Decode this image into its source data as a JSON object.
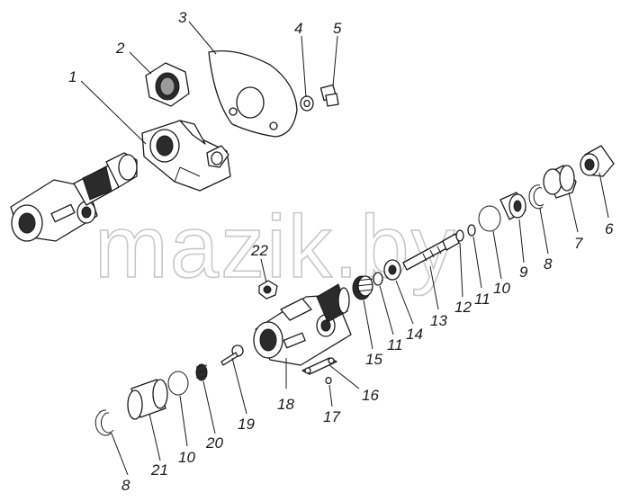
{
  "watermark": "mazik.by",
  "callouts": [
    {
      "id": "c1",
      "label": "1"
    },
    {
      "id": "c2",
      "label": "2"
    },
    {
      "id": "c3",
      "label": "3"
    },
    {
      "id": "c4",
      "label": "4"
    },
    {
      "id": "c5",
      "label": "5"
    },
    {
      "id": "c6",
      "label": "6"
    },
    {
      "id": "c7",
      "label": "7"
    },
    {
      "id": "c8a",
      "label": "8"
    },
    {
      "id": "c9",
      "label": "9"
    },
    {
      "id": "c10a",
      "label": "10"
    },
    {
      "id": "c11a",
      "label": "11"
    },
    {
      "id": "c12",
      "label": "12"
    },
    {
      "id": "c13",
      "label": "13"
    },
    {
      "id": "c14",
      "label": "14"
    },
    {
      "id": "c11b",
      "label": "11"
    },
    {
      "id": "c15",
      "label": "15"
    },
    {
      "id": "c16",
      "label": "16"
    },
    {
      "id": "c17",
      "label": "17"
    },
    {
      "id": "c18",
      "label": "18"
    },
    {
      "id": "c19",
      "label": "19"
    },
    {
      "id": "c20",
      "label": "20"
    },
    {
      "id": "c10b",
      "label": "10"
    },
    {
      "id": "c21",
      "label": "21"
    },
    {
      "id": "c8b",
      "label": "8"
    },
    {
      "id": "c22",
      "label": "22"
    }
  ]
}
